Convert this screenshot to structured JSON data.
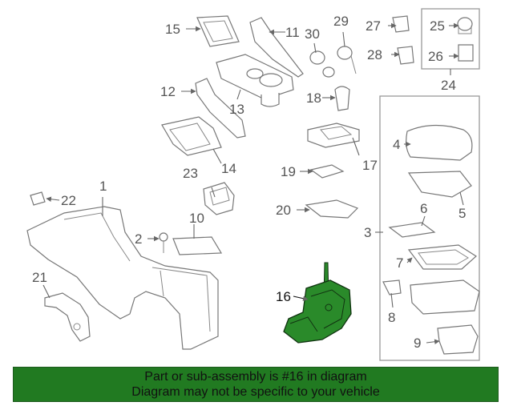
{
  "diagram": {
    "highlight_color": "#2a8a2a",
    "callouts": {
      "c1": "1",
      "c2": "2",
      "c3": "3",
      "c4": "4",
      "c5": "5",
      "c6": "6",
      "c7": "7",
      "c8": "8",
      "c9": "9",
      "c10": "10",
      "c11": "11",
      "c12": "12",
      "c13": "13",
      "c14": "14",
      "c15": "15",
      "c16": "16",
      "c17": "17",
      "c18": "18",
      "c19": "19",
      "c20": "20",
      "c21": "21",
      "c22": "22",
      "c23": "23",
      "c24": "24",
      "c25": "25",
      "c26": "26",
      "c27": "27",
      "c28": "28",
      "c29": "29",
      "c30": "30"
    }
  },
  "banner": {
    "background": "#217a21",
    "line1": "Part or sub-assembly is #16 in diagram",
    "line2": "Diagram may not be specific to your vehicle"
  }
}
